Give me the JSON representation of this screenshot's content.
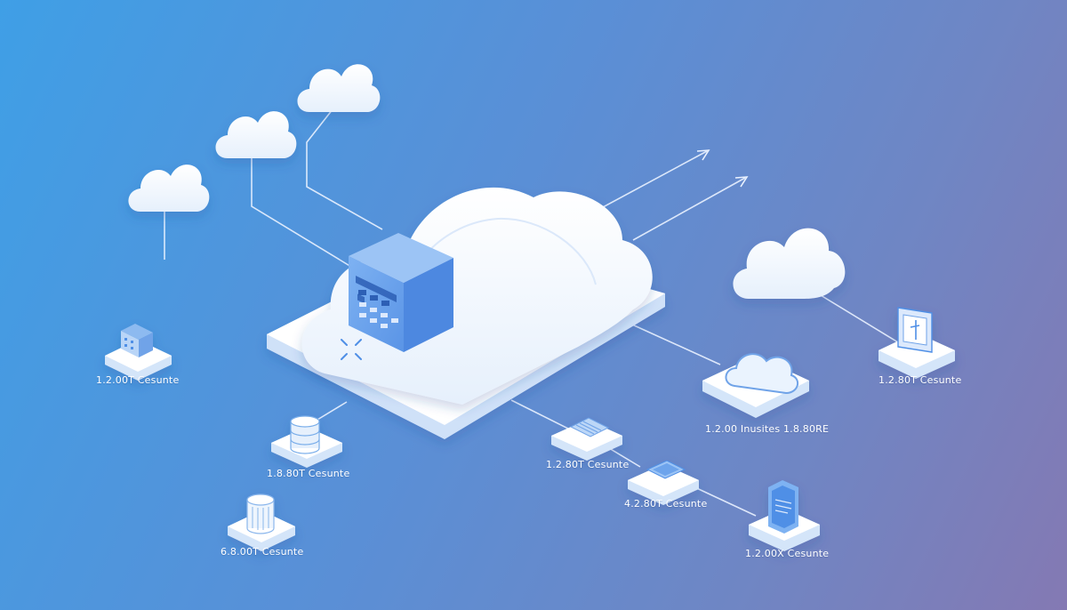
{
  "colors": {
    "background_start": "#3f9fe6",
    "background_end": "#8479b3",
    "platform": "#ffffff",
    "platform_side": "#d8e8fb",
    "server": "#6aa3ee",
    "server_dark": "#3d7fdc",
    "connector": "#e8f1ff",
    "icon_accent": "#4f8fe6"
  },
  "labels": {
    "n1": "1.2.00T   Cesunte",
    "n2": "1.8.80T   Cesunte",
    "n3": "6.8.00T   Cesunte",
    "n4": "1.2.80T   Cesunte",
    "n5": "4.2.80T   Cesunte",
    "n6": "1.2.00 Inusites   1.8.80RE",
    "n7": "1.2.00X   Cesunte",
    "n8": "1.2.80T   Cesunte"
  }
}
